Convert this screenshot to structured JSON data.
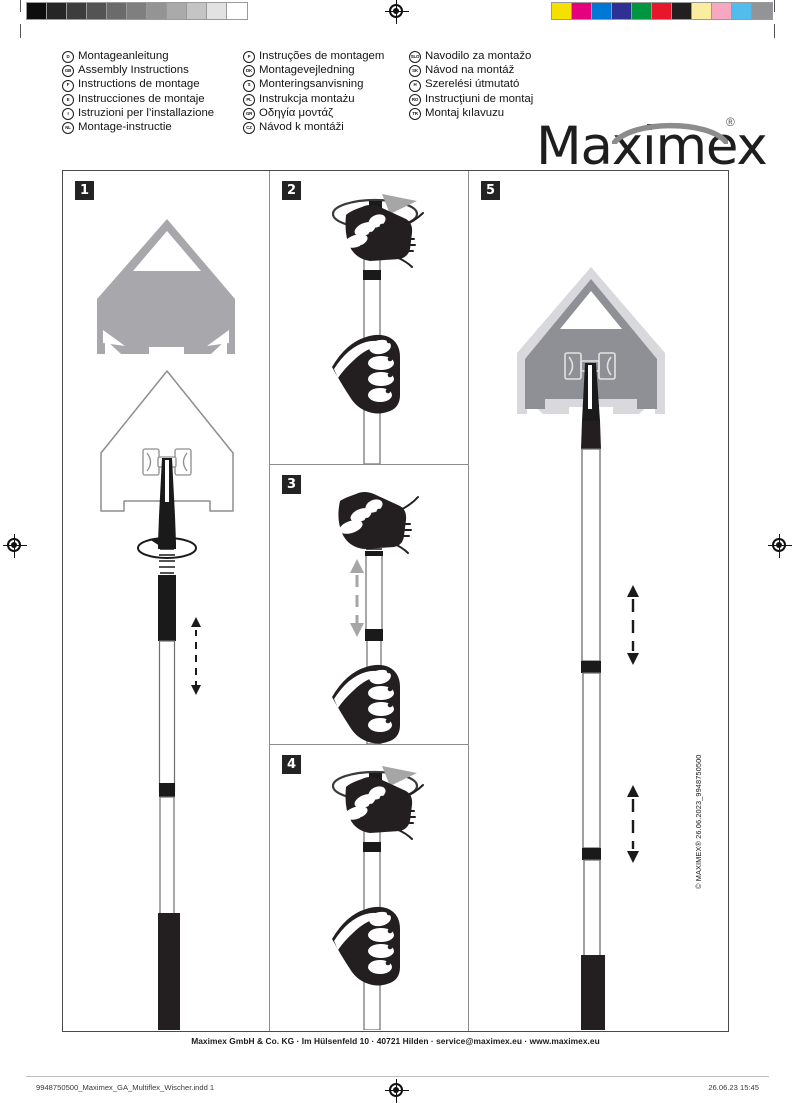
{
  "print_marks": {
    "gray_wedge": [
      "#0d0d0d",
      "#262626",
      "#3d3d3d",
      "#545454",
      "#6b6b6b",
      "#7f7f7f",
      "#949494",
      "#aaaaaa",
      "#c4c4c4",
      "#e2e2e2",
      "#ffffff"
    ],
    "color_wedge": [
      "#f5e000",
      "#e5007e",
      "#0077d4",
      "#2e3192",
      "#009540",
      "#e8162a",
      "#231f20",
      "#fbeda0",
      "#f7a8c0",
      "#52bdec",
      "#929497"
    ],
    "registration_icon": "registration-target",
    "indd_filename": "9948750500_Maximex_GA_Multiflex_Wischer.indd  1",
    "print_date": "26.06.23   15:45"
  },
  "header": {
    "languages_col1": [
      {
        "code": "D",
        "name": "Montageanleitung"
      },
      {
        "code": "GB",
        "name": "Assembly Instructions"
      },
      {
        "code": "F",
        "name": "Instructions de montage"
      },
      {
        "code": "E",
        "name": "Instrucciones de montaje"
      },
      {
        "code": "I",
        "name": "Istruzioni per l’installazione"
      },
      {
        "code": "NL",
        "name": "Montage-instructie"
      }
    ],
    "languages_col2": [
      {
        "code": "P",
        "name": "Instruções de montagem"
      },
      {
        "code": "DK",
        "name": "Montagevejledning"
      },
      {
        "code": "S",
        "name": "Monteringsanvisning"
      },
      {
        "code": "PL",
        "name": "Instrukcja montażu"
      },
      {
        "code": "GR",
        "name": "Οδηγία μοντάζ"
      },
      {
        "code": "CZ",
        "name": "Návod k montáži"
      }
    ],
    "languages_col3": [
      {
        "code": "SLO",
        "name": "Navodilo za montažo"
      },
      {
        "code": "SK",
        "name": "Návod na montáž"
      },
      {
        "code": "H",
        "name": "Szerelési útmutató"
      },
      {
        "code": "RO",
        "name": "Instrucţiuni de montaj"
      },
      {
        "code": "TR",
        "name": "Montaj kılavuzu"
      }
    ],
    "logo": {
      "wordmark": "Maximex",
      "registered_symbol": "®",
      "arc_color": "#8c8c8c"
    }
  },
  "steps": [
    {
      "number": "1",
      "illustration": "wiper-head-and-pole-screw-on"
    },
    {
      "number": "2",
      "illustration": "two-hands-twisting-pole-collar-open"
    },
    {
      "number": "3",
      "illustration": "telescoping-pole-extend-retract"
    },
    {
      "number": "4",
      "illustration": "two-hands-twisting-pole-collar-close"
    },
    {
      "number": "5",
      "illustration": "assembled-wiper-extended-pole"
    }
  ],
  "footer": {
    "address": "Maximex GmbH & Co. KG · Im Hülsenfeld 10 · 40721 Hilden · service@maximex.eu · www.maximex.eu",
    "side_copyright": "© MAXIMEX® 26.06.2023_9948750500"
  },
  "colors": {
    "head_gray": "#a8a8ac",
    "outline_gray": "#8d8d8d",
    "black": "#1a1a1a",
    "arrow_gray": "#a6a6a6"
  }
}
